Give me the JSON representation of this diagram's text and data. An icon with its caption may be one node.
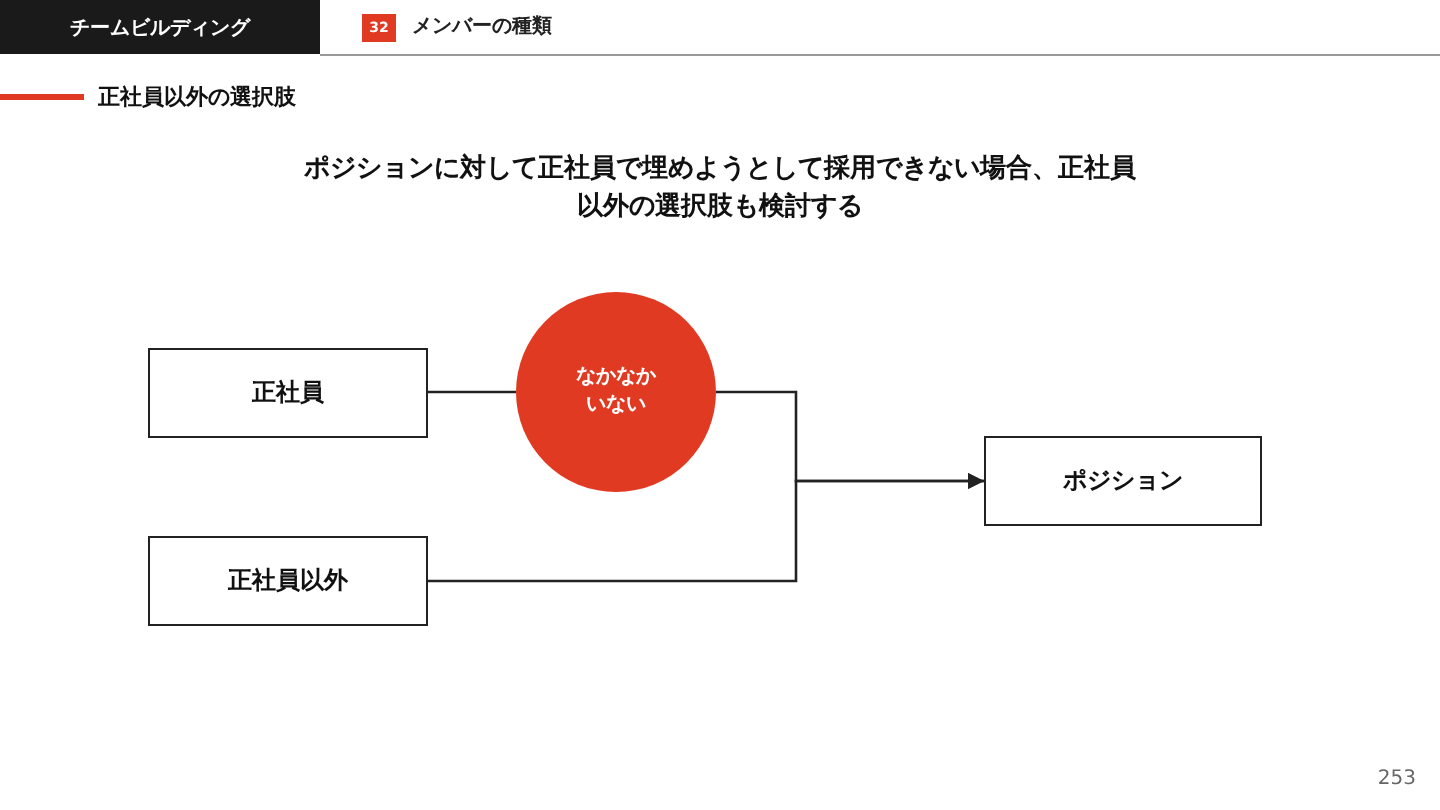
{
  "diagram": {
    "title": "ポジションに対して正社員で埋めようとして採用できない場合、正社員以外の選択肢も検討する",
    "nodes": [
      {
        "text": [
          "正社員"
        ]
      },
      {
        "text": [
          "なかなかいない"
        ]
      },
      {
        "text": [
          "正社員以外"
        ]
      },
      {
        "text": [
          "ポジション"
        ]
      }
    ],
    "edges": [
      {
        "from": 0,
        "to": 1,
        "arrow": "none"
      },
      {
        "from": 1,
        "to": 3,
        "arrow": "to"
      },
      {
        "from": 2,
        "to": 3,
        "arrow": "to"
      }
    ],
    "labels": [
      "チームビルディング",
      "32",
      "メンバーの種類",
      "正社員以外の選択肢",
      "253"
    ]
  }
}
